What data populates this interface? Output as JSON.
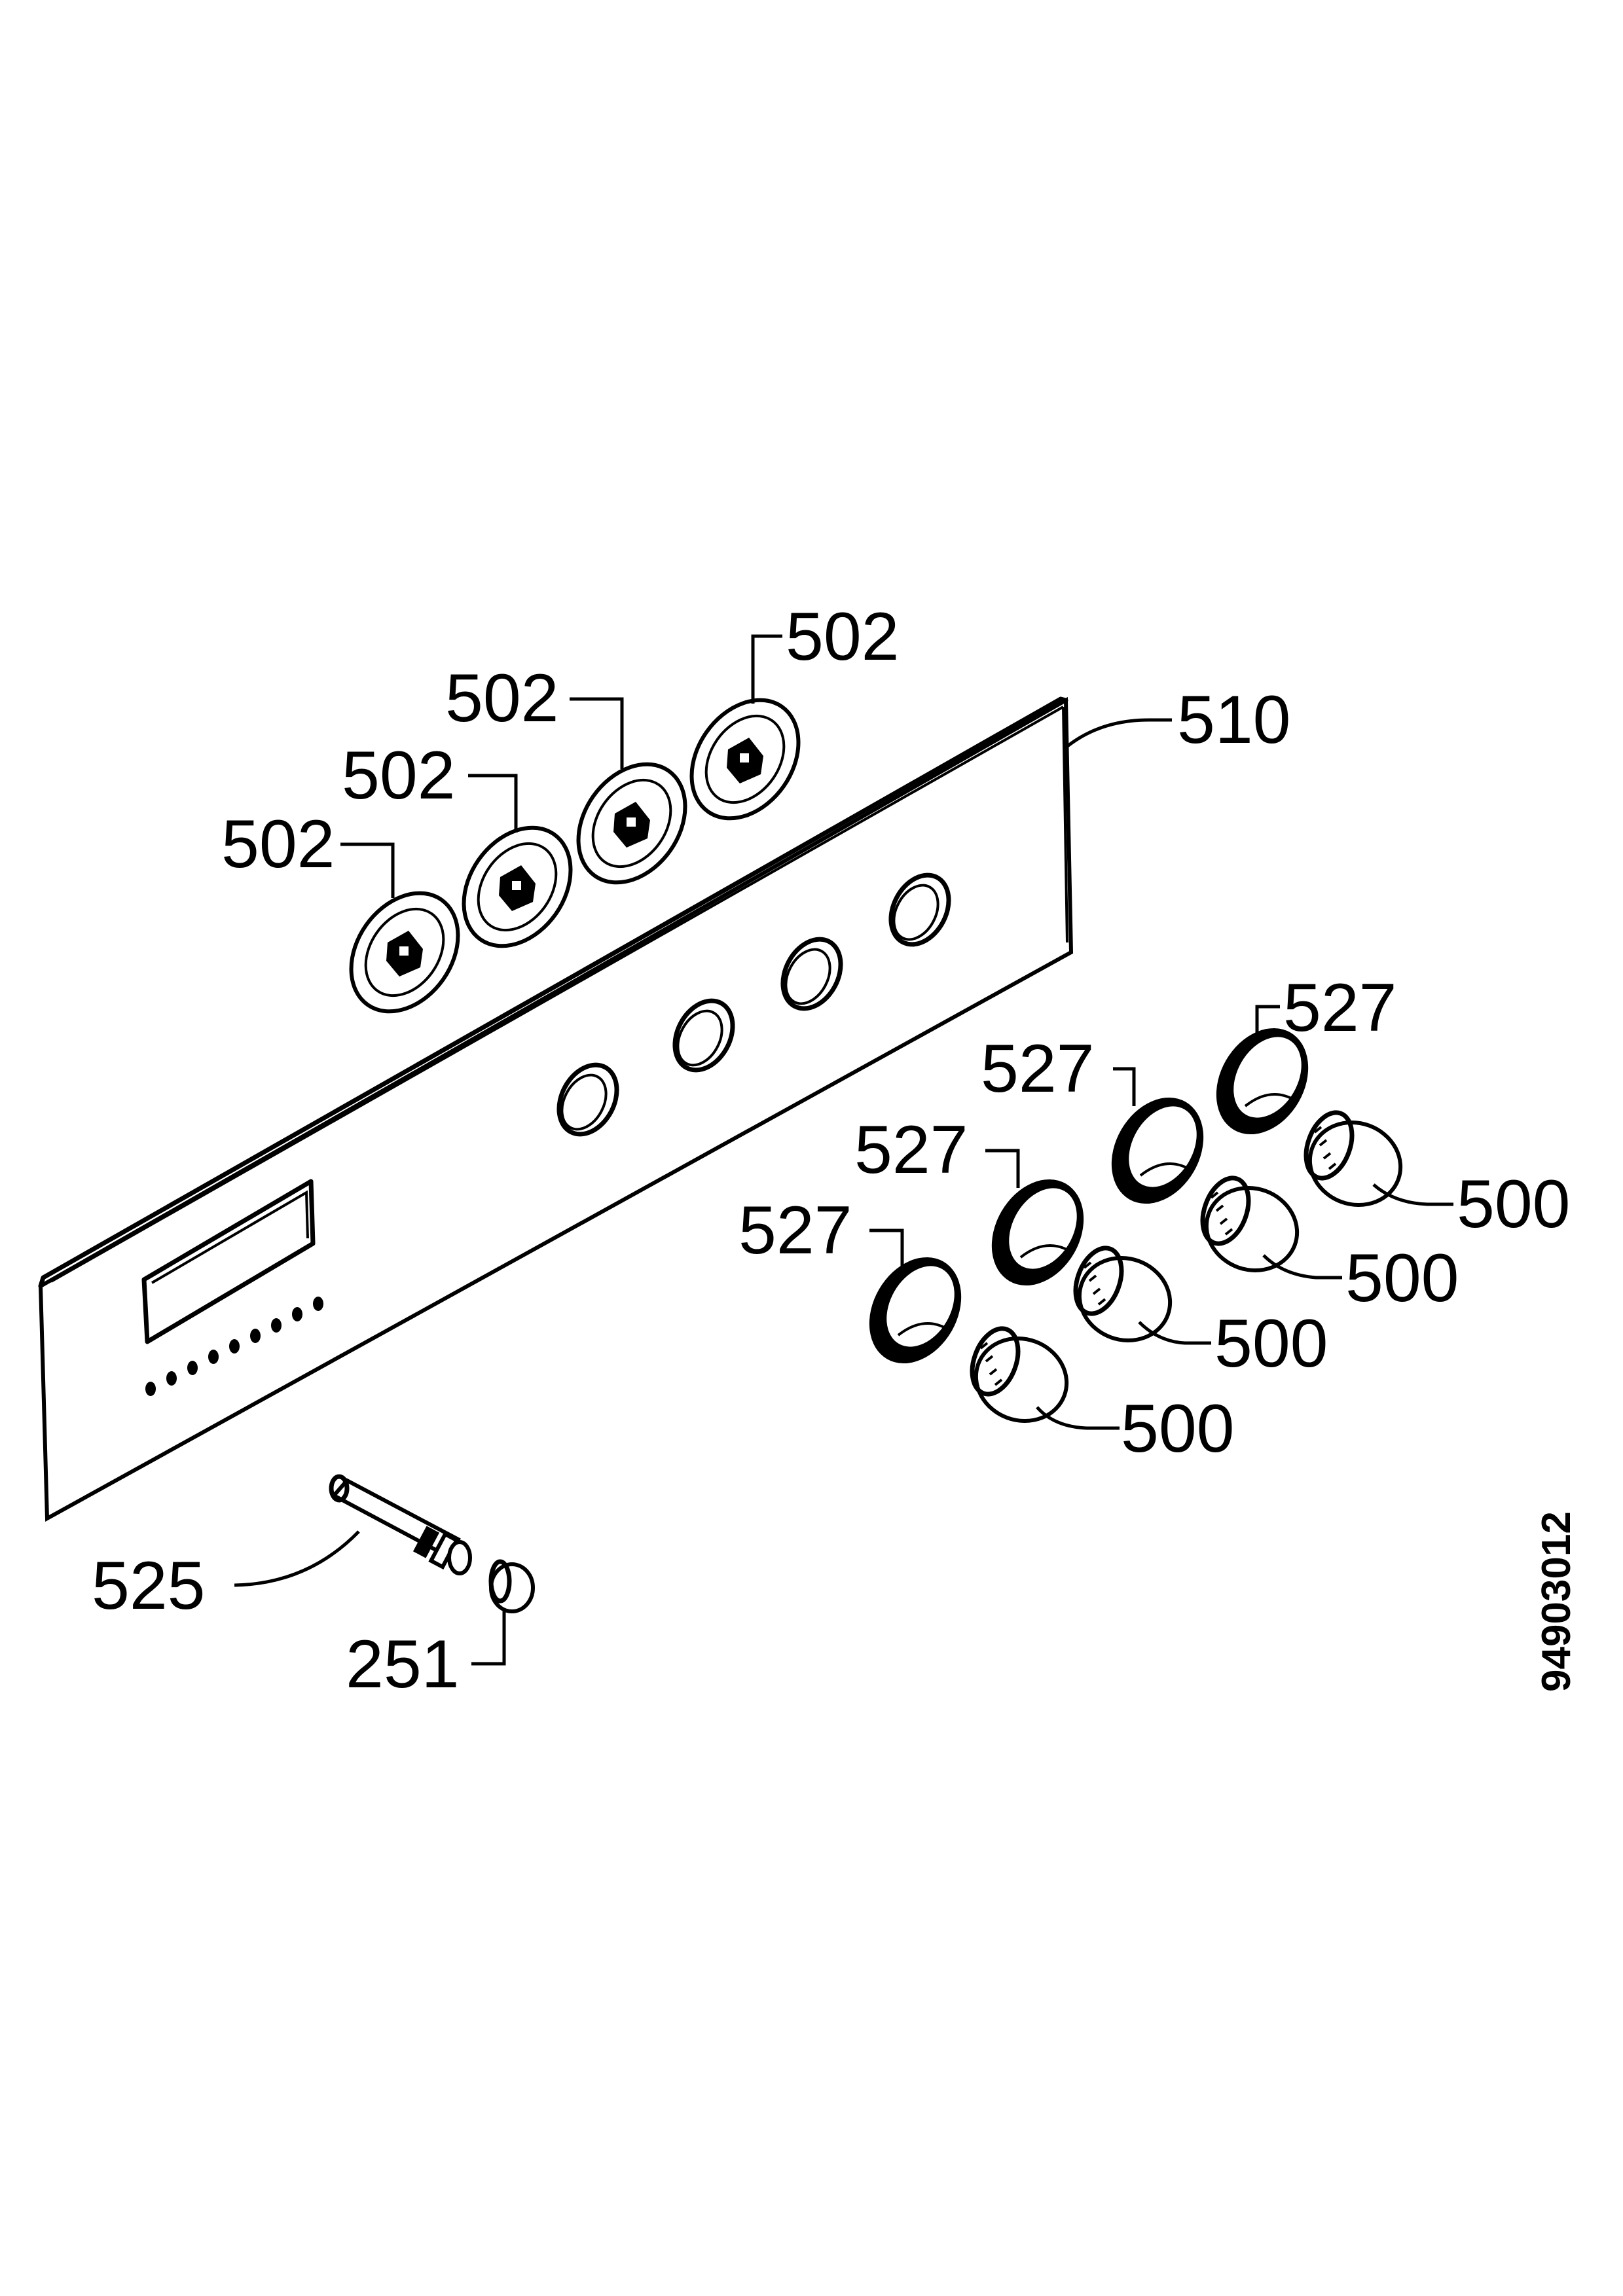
{
  "diagram_id": "94903012",
  "callouts": {
    "p502_a": "502",
    "p502_b": "502",
    "p502_c": "502",
    "p502_d": "502",
    "p510": "510",
    "p527_a": "527",
    "p527_b": "527",
    "p527_c": "527",
    "p527_d": "527",
    "p500_a": "500",
    "p500_b": "500",
    "p500_c": "500",
    "p500_d": "500",
    "p525": "525",
    "p251": "251"
  }
}
